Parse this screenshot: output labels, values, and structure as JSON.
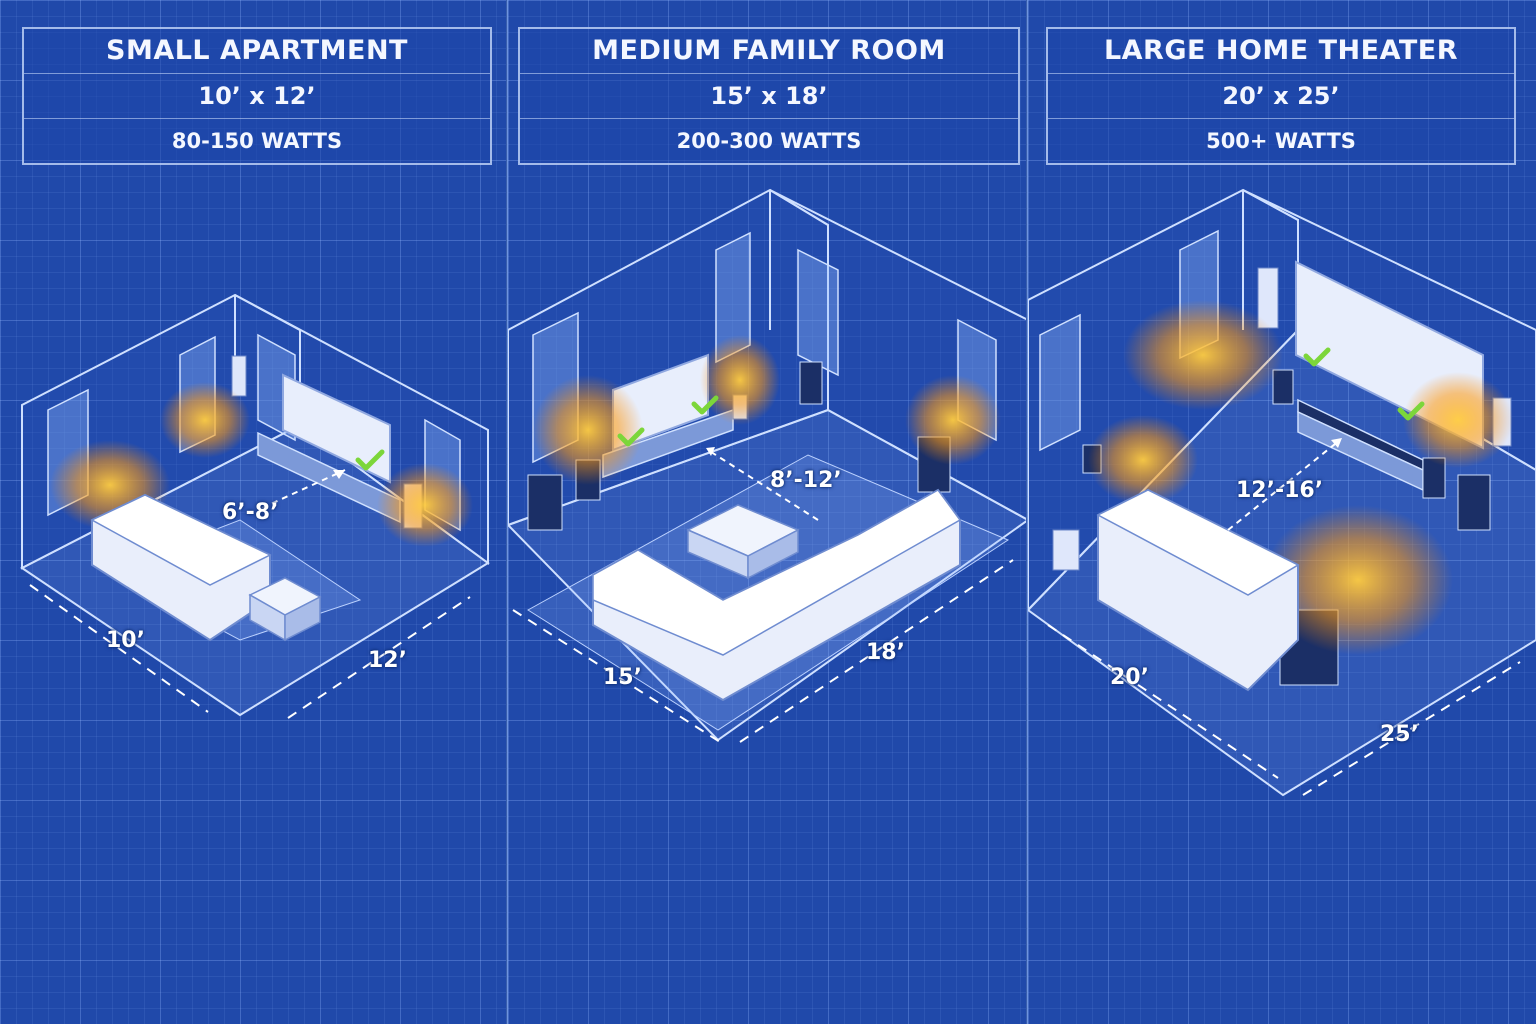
{
  "rooms": [
    {
      "title": "SMALL APARTMENT",
      "dims": "10’ x 12’",
      "watts": "80-150 WATTS",
      "distance": "6’-8’",
      "width_label": "10’",
      "length_label": "12’"
    },
    {
      "title": "MEDIUM FAMILY ROOM",
      "dims": "15’ x 18’",
      "watts": "200-300 WATTS",
      "distance": "8’-12’",
      "width_label": "15’",
      "length_label": "18’"
    },
    {
      "title": "LARGE HOME THEATER",
      "dims": "20’ x 25’",
      "watts": "500+ WATTS",
      "distance": "12’-16’",
      "width_label": "20’",
      "length_label": "25’"
    }
  ],
  "colors": {
    "background": "#2049aa",
    "line": "#cfe0ff",
    "glow": "#ffb020",
    "check": "#7cd63a"
  }
}
